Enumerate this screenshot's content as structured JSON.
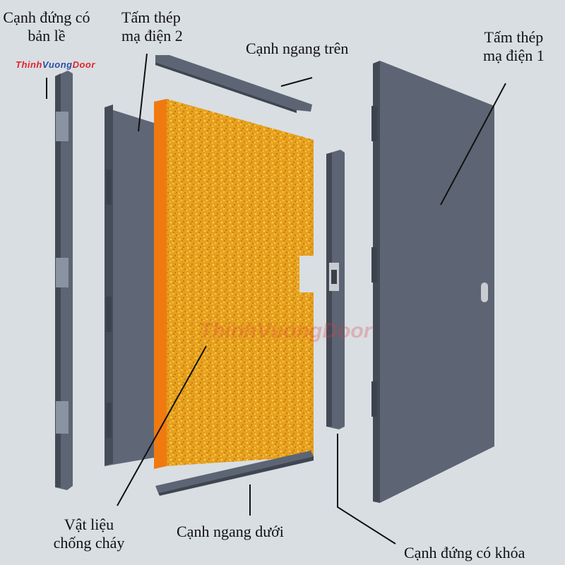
{
  "labels": {
    "hinge_side_line1": "Cạnh đứng có",
    "hinge_side_line2": "bản lề",
    "steel_sheet_2_line1": "Tấm thép",
    "steel_sheet_2_line2": "mạ điện 2",
    "top_rail": "Cạnh ngang trên",
    "steel_sheet_1_line1": "Tấm thép",
    "steel_sheet_1_line2": "mạ điện 1",
    "fireproof_line1": "Vật liệu",
    "fireproof_line2": "chống cháy",
    "bottom_rail": "Cạnh ngang dưới",
    "lock_side": "Cạnh đứng có khóa"
  },
  "brand": {
    "part1": "Thinh",
    "part2": "Vuong",
    "part3": "Door"
  },
  "colors": {
    "background": "#d9dee3",
    "steel": "#5d6574",
    "steel_dark": "#434a56",
    "steel_light": "#7a8392",
    "core_orange": "#e8a21c",
    "core_edge": "#f07a10",
    "brand_red": "#e0242a",
    "brand_blue": "#2b4fa0"
  }
}
